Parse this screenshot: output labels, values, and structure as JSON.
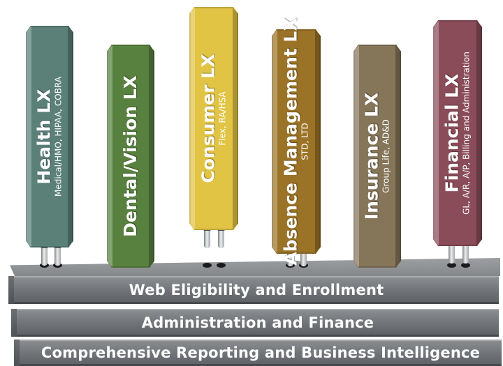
{
  "modules": [
    {
      "title": "Health LX",
      "subtitle": "Medical/HMO, HIPAA, COBRA",
      "color": "#5b8078"
    },
    {
      "title": "Dental/Vision LX",
      "subtitle": "",
      "color": "#58803f"
    },
    {
      "title": "Consumer LX",
      "subtitle": "Flex, RA/HSA",
      "color": "#e2c445"
    },
    {
      "title": "Absence Management LX",
      "subtitle": "STD, LTD",
      "color": "#9b7326"
    },
    {
      "title": "Insurance LX",
      "subtitle": "Group Life, AD&D",
      "color": "#857559"
    },
    {
      "title": "Financial LX",
      "subtitle": "GL, A/R, A/P, Billing and Administration",
      "color": "#8a4c58"
    }
  ],
  "layers": [
    "Web Eligibility and Enrollment",
    "Administration and Finance",
    "Comprehensive Reporting and Business Intelligence"
  ],
  "colors": {
    "platform": "#7b7e82",
    "plug": "#d9dbdd"
  }
}
